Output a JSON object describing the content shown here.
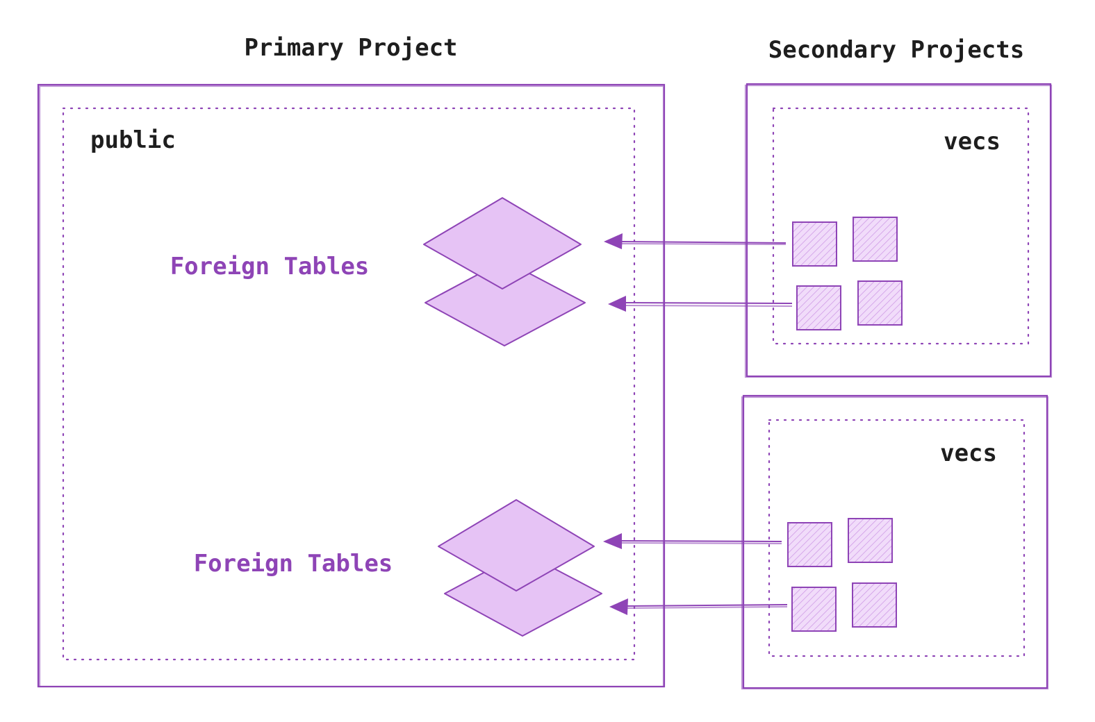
{
  "colors": {
    "accent": "#8e44b6",
    "fill_light": "#e6c3f5",
    "text_dark": "#1e1e1e"
  },
  "primary": {
    "title": "Primary Project",
    "schema": "public",
    "foreign_tables": [
      {
        "label": "Foreign Tables"
      },
      {
        "label": "Foreign Tables"
      }
    ]
  },
  "secondary": {
    "title": "Secondary Projects",
    "projects": [
      {
        "schema": "vecs"
      },
      {
        "schema": "vecs"
      }
    ]
  }
}
